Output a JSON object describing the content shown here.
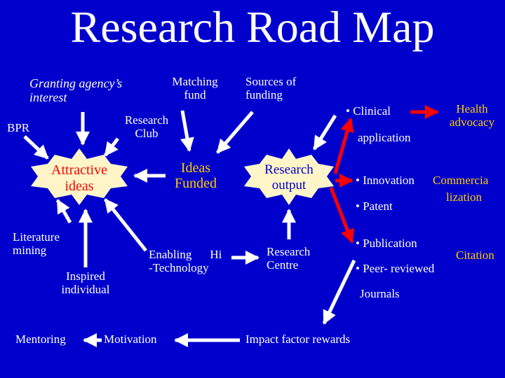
{
  "title": "Research Road Map",
  "colors": {
    "background": "#0000cc",
    "arrow_white": "#ffffff",
    "arrow_red": "#ff0000",
    "star_fill": "#fff5c8",
    "text_gold": "#ffcc00",
    "text_red": "#ff0000"
  },
  "nodes": {
    "granting_agency": {
      "line1": "Granting agency’s",
      "line2": "interest"
    },
    "matching_fund": {
      "line1": "Matching",
      "line2": "fund"
    },
    "sources_of_funding": {
      "line1": "Sources of",
      "line2": "funding"
    },
    "bpr": "BPR",
    "research_club": {
      "line1": "Research",
      "line2": "Club"
    },
    "attractive_ideas": {
      "line1": "Attractive",
      "line2": "ideas"
    },
    "ideas_funded": {
      "line1": "Ideas",
      "line2": "Funded"
    },
    "research_output": {
      "line1": "Research",
      "line2": "output"
    },
    "literature_mining": {
      "line1": "Literature",
      "line2": "mining"
    },
    "inspired_individual": {
      "line1": "Inspired",
      "line2": "individual"
    },
    "enabling_technology": {
      "line1": "Enabling",
      "hi": "Hi",
      "line2": "-Technology"
    },
    "research_centre": {
      "line1": "Research",
      "line2": "Centre"
    },
    "mentoring": "Mentoring",
    "motivation": "Motivation",
    "impact_factor_rewards": "Impact factor rewards"
  },
  "outcomes": {
    "clinical": "• Clinical",
    "application": "application",
    "health_advocacy": {
      "line1": "Health",
      "line2": "advocacy"
    },
    "innovation": "• Innovation",
    "commercialization": {
      "line1": "Commercia",
      "line2": "lization"
    },
    "patent": "• Patent",
    "publication": "• Publication",
    "citation": "Citation",
    "peer_reviewed": "• Peer- reviewed",
    "journals": "Journals"
  }
}
